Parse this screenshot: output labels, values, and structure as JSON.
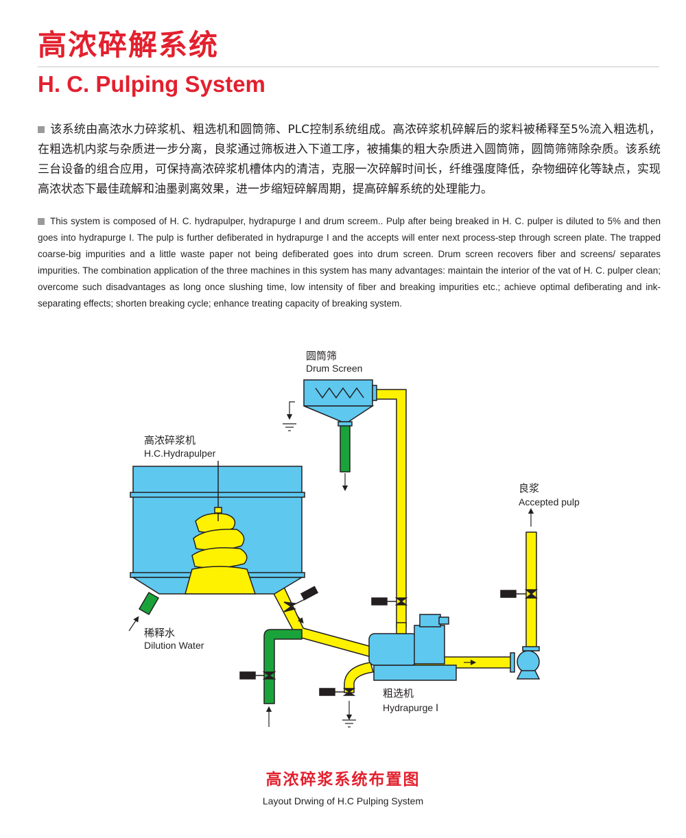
{
  "header": {
    "title_cn": "高浓碎解系统",
    "title_en": "H. C. Pulping System"
  },
  "body": {
    "paragraph_cn": "该系统由高浓水力碎浆机、粗选机和圆筒筛、PLC控制系统组成。高浓碎浆机碎解后的浆料被稀释至5%流入粗选机，在粗选机内浆与杂质进一步分离，良浆通过筛板进入下道工序，被捕集的粗大杂质进入圆筒筛，圆筒筛筛除杂质。该系统三台设备的组合应用，可保持高浓碎浆机槽体内的清洁，克服一次碎解时间长，纤维强度降低，杂物细碎化等缺点，实现高浓状态下最佳疏解和油墨剥离效果，进一步缩短碎解周期，提高碎解系统的处理能力。",
    "paragraph_en": "This system is composed of H. C. hydrapulper, hydrapurge I and drum screem.. Pulp after being breaked in H. C. pulper is diluted to 5% and then goes into hydrapurge I. The pulp is further defiberated in hydrapurge I and the accepts will enter next process-step through screen plate. The trapped coarse-big impurities and a little waste paper not being defiberated goes into drum screen. Drum screen recovers fiber and screens/ separates impurities. The combination application of the three machines in this system has many advantages: maintain the interior of the vat of H. C. pulper clean; overcome such disadvantages as long once slushing time, low intensity of fiber and breaking impurities etc.; achieve optimal defiberating and ink-separating effects; shorten breaking cycle; enhance treating capacity of breaking system."
  },
  "diagram": {
    "drum_screen": {
      "cn": "圆筒筛",
      "en": "Drum Screen"
    },
    "hydrapulper": {
      "cn": "高浓碎浆机",
      "en": "H.C.Hydrapulper"
    },
    "accepted_pulp": {
      "cn": "良浆",
      "en": "Accepted pulp"
    },
    "dilution_water": {
      "cn": "稀释水",
      "en": "Dilution Water"
    },
    "hydrapurge": {
      "cn": "粗选机",
      "en": "Hydrapurge Ⅰ"
    },
    "colors": {
      "pipe_yellow": "#fff200",
      "pipe_green": "#1aa33a",
      "tank_blue": "#5ec8ef",
      "accent_red": "#e3202e"
    }
  },
  "caption": {
    "cn": "高浓碎浆系统布置图",
    "en": "Layout Drwing of H.C Pulping System"
  }
}
